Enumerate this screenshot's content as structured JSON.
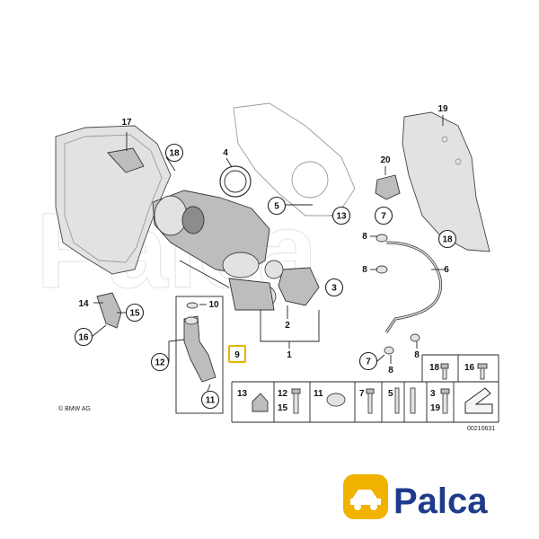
{
  "diagram": {
    "callouts": {
      "c1": "1",
      "c2": "2",
      "c3": "3",
      "c4": "4",
      "c5": "5",
      "c6": "6",
      "c7a": "7",
      "c7b": "7",
      "c8a": "8",
      "c8b": "8",
      "c8c": "8",
      "c8d": "8",
      "c9": "9",
      "c10": "10",
      "c11": "11",
      "c12": "12",
      "c13": "13",
      "c14": "14",
      "c15": "15",
      "c16": "16",
      "c17": "17",
      "c18a": "18",
      "c18b": "18",
      "c19": "19",
      "c20": "20"
    },
    "fasteners": {
      "f18": "18",
      "f16": "16",
      "f13": "13",
      "f12": "12",
      "f15": "15",
      "f11": "11",
      "f7": "7",
      "f5": "5",
      "f3": "3",
      "f19": "19"
    },
    "credit": "© BMW AG",
    "doc_number": "00210631"
  },
  "logo": {
    "text": "Palca",
    "watermark": "Palca"
  }
}
